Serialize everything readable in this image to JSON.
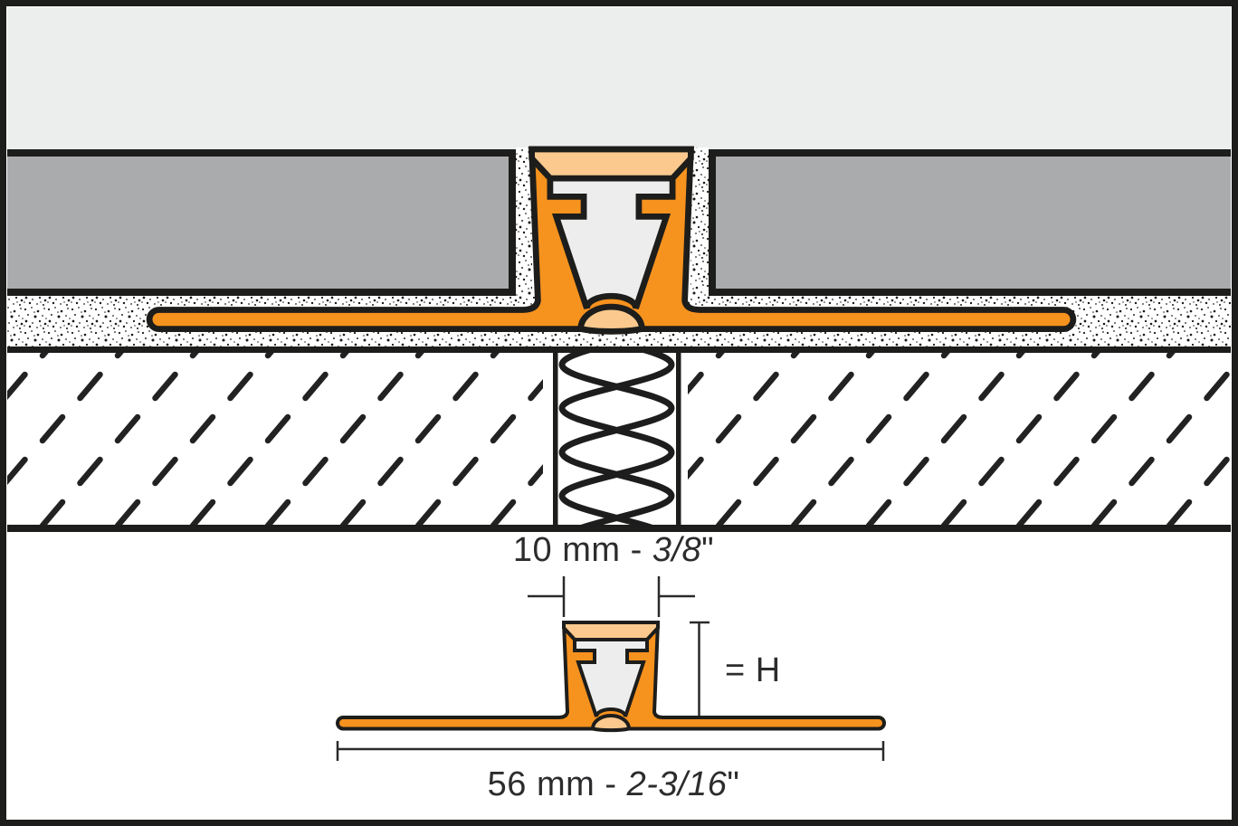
{
  "dimensions": {
    "joint_width": {
      "value": "10 mm - ",
      "fraction": "3/8",
      "unit": "\""
    },
    "profile_height": "= H",
    "overall_width": {
      "value": "56 mm - ",
      "fraction": "2-3/16",
      "unit": "\""
    }
  },
  "colors": {
    "profile_orange": "#F6921E",
    "profile_peach": "#FBC98E",
    "tile_gray": "#A9ABAD",
    "surface_gray": "#ECEDED",
    "cavity_gray": "#ECEDEC",
    "line_black": "#1D1D1B",
    "dim_line": "#2A2A2A"
  }
}
